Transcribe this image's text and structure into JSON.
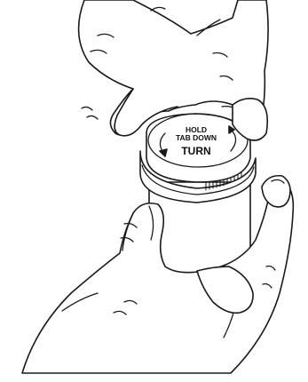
{
  "cap_label": {
    "line1": "HOLD",
    "line2": "TAB DOWN",
    "line3": "TURN"
  }
}
